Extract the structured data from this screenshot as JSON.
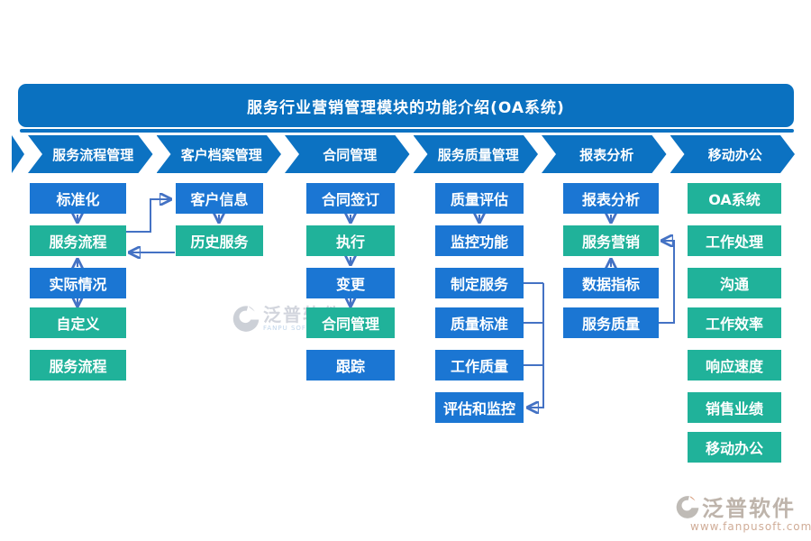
{
  "title": "服务行业营销管理模块的功能介绍(OA系统)",
  "header": {
    "segments": [
      "服务流程管理",
      "客户档案管理",
      "合同管理",
      "服务质量管理",
      "报表分析",
      "移动办公"
    ]
  },
  "columns": [
    {
      "header": "服务流程管理",
      "items": [
        {
          "label": "标准化",
          "variant": "blue"
        },
        {
          "label": "服务流程",
          "variant": "teal"
        },
        {
          "label": "实际情况",
          "variant": "blue"
        },
        {
          "label": "自定义",
          "variant": "teal"
        },
        {
          "label": "服务流程",
          "variant": "teal"
        }
      ]
    },
    {
      "header": "客户档案管理",
      "items": [
        {
          "label": "客户信息",
          "variant": "blue"
        },
        {
          "label": "历史服务",
          "variant": "teal"
        }
      ]
    },
    {
      "header": "合同管理",
      "items": [
        {
          "label": "合同签订",
          "variant": "blue"
        },
        {
          "label": "执行",
          "variant": "teal"
        },
        {
          "label": "变更",
          "variant": "blue"
        },
        {
          "label": "合同管理",
          "variant": "teal"
        },
        {
          "label": "跟踪",
          "variant": "blue"
        }
      ]
    },
    {
      "header": "服务质量管理",
      "items": [
        {
          "label": "质量评估",
          "variant": "blue"
        },
        {
          "label": "监控功能",
          "variant": "blue"
        },
        {
          "label": "制定服务",
          "variant": "blue"
        },
        {
          "label": "质量标准",
          "variant": "blue"
        },
        {
          "label": "工作质量",
          "variant": "blue"
        },
        {
          "label": "评估和监控",
          "variant": "blue"
        }
      ]
    },
    {
      "header": "报表分析",
      "items": [
        {
          "label": "报表分析",
          "variant": "blue"
        },
        {
          "label": "服务营销",
          "variant": "teal"
        },
        {
          "label": "数据指标",
          "variant": "blue"
        },
        {
          "label": "服务质量",
          "variant": "blue"
        }
      ]
    },
    {
      "header": "移动办公",
      "items": [
        {
          "label": "OA系统",
          "variant": "teal"
        },
        {
          "label": "工作处理",
          "variant": "teal"
        },
        {
          "label": "沟通",
          "variant": "teal"
        },
        {
          "label": "工作效率",
          "variant": "teal"
        },
        {
          "label": "响应速度",
          "variant": "teal"
        },
        {
          "label": "销售业绩",
          "variant": "teal"
        },
        {
          "label": "移动办公",
          "variant": "teal"
        }
      ]
    }
  ],
  "watermark_center": {
    "name": "泛普软件",
    "subtitle": "FANPU SOFTWARE"
  },
  "watermark_corner": {
    "name": "泛普软件",
    "url": "www.fanpusoft.com"
  },
  "colors": {
    "title_bar": "#0a71c0",
    "chevron": "#0c72c2",
    "blue": "#1b76d3",
    "teal": "#20b29a",
    "connector": "#4472c4"
  }
}
